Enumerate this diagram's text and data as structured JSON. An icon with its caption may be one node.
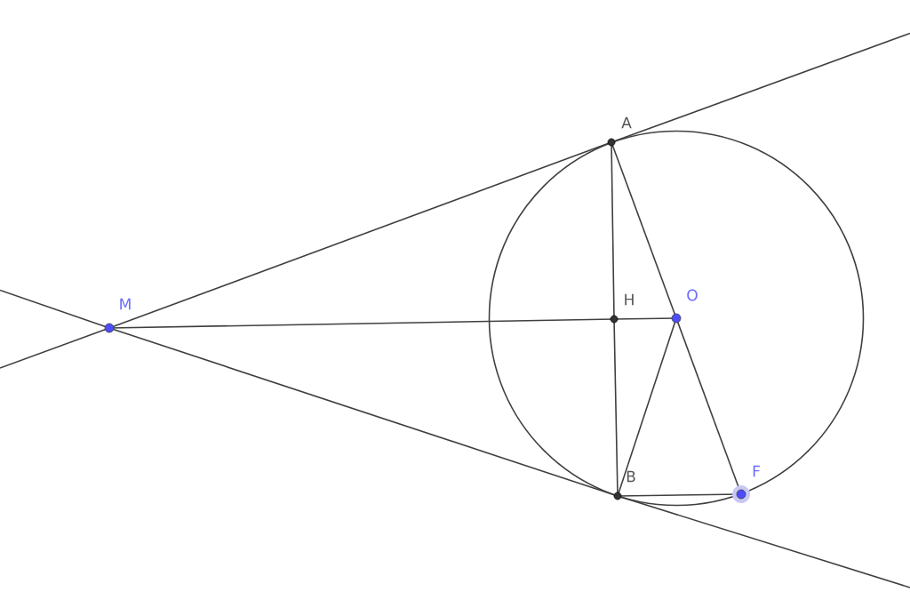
{
  "diagram": {
    "nodes": [
      {
        "text": [
          "M"
        ]
      },
      {
        "text": [
          "A"
        ]
      },
      {
        "text": [
          "H"
        ]
      },
      {
        "text": [
          "O"
        ]
      },
      {
        "text": [
          "B"
        ]
      },
      {
        "text": [
          "F"
        ]
      }
    ],
    "edges": [
      {
        "from": 0,
        "to": 1,
        "arrow": "none"
      },
      {
        "from": 0,
        "to": 4,
        "arrow": "none"
      },
      {
        "from": 0,
        "to": 2,
        "arrow": "none"
      },
      {
        "from": 2,
        "to": 3,
        "arrow": "none"
      },
      {
        "from": 1,
        "to": 2,
        "arrow": "none"
      },
      {
        "from": 2,
        "to": 4,
        "arrow": "none"
      },
      {
        "from": 1,
        "to": 3,
        "arrow": "none"
      },
      {
        "from": 3,
        "to": 4,
        "arrow": "none"
      },
      {
        "from": 3,
        "to": 5,
        "arrow": "none"
      },
      {
        "from": 4,
        "to": 5,
        "arrow": "none"
      }
    ]
  }
}
